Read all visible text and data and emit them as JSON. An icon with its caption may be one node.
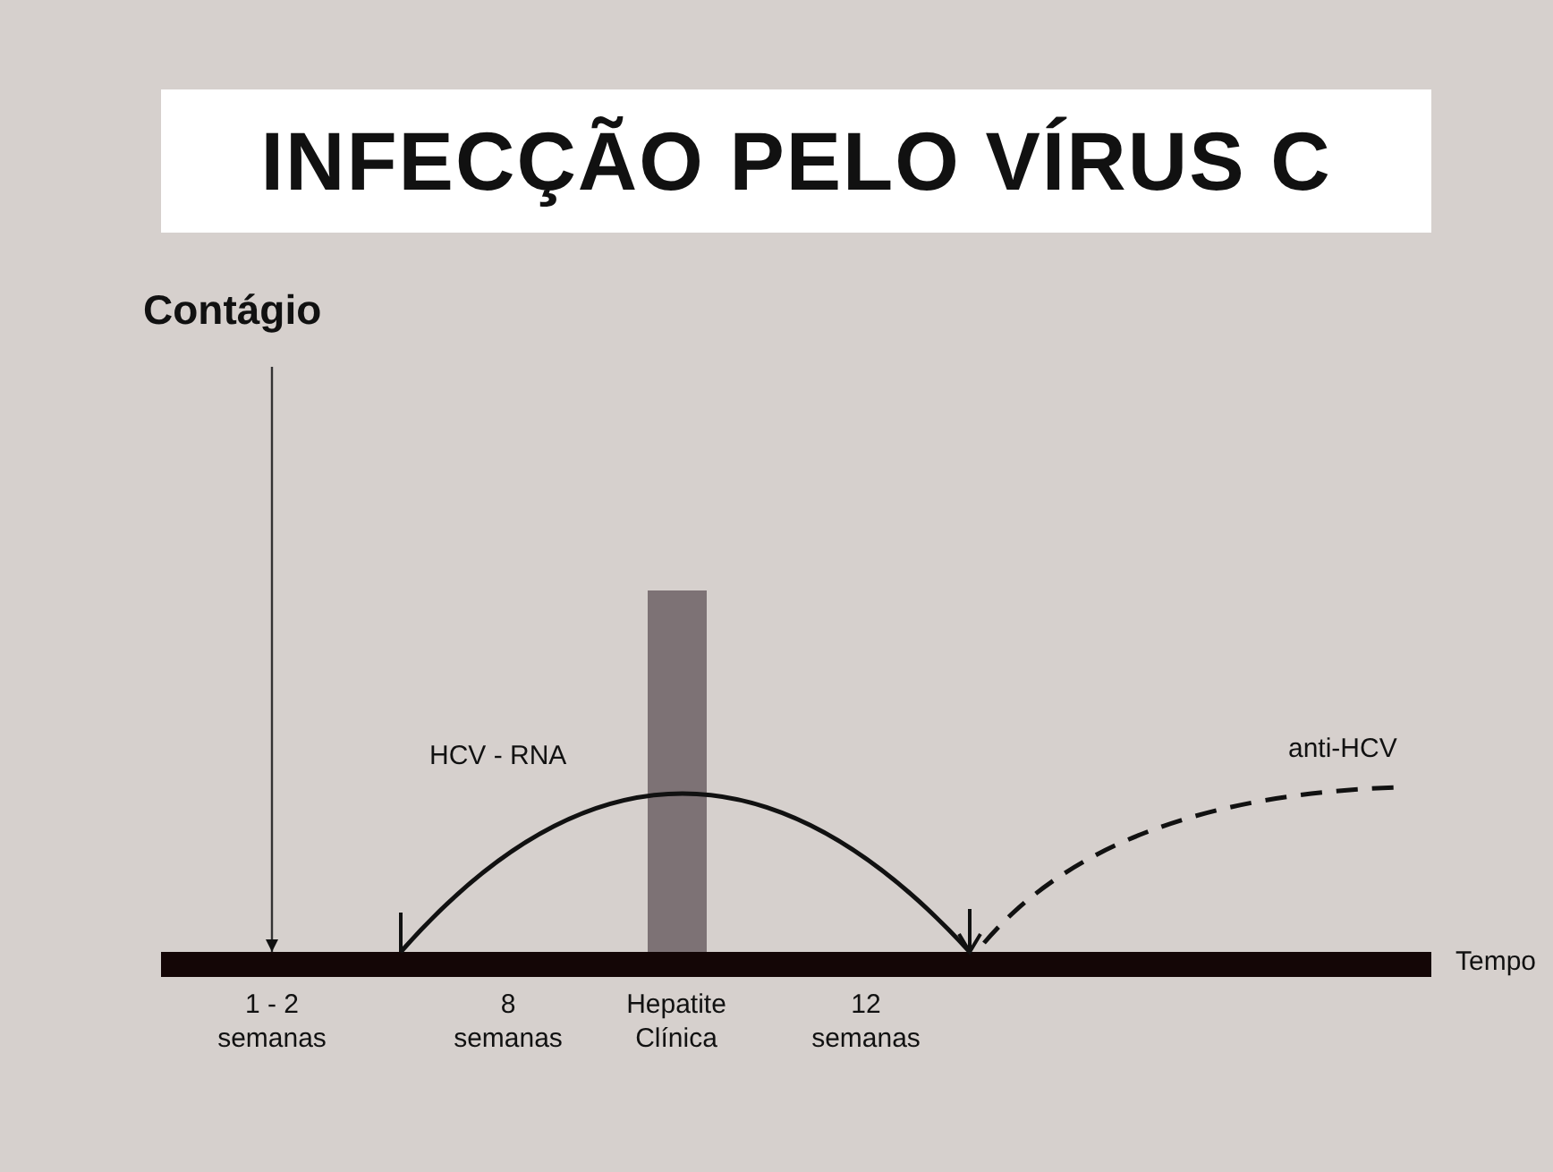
{
  "diagram": {
    "title": "INFECÇÃO PELO VÍRUS C",
    "nodes": [
      {
        "text": [
          "Contágio"
        ]
      },
      {
        "text": [],
        "shape": "bar",
        "beside": [
          "Tempo"
        ]
      },
      {
        "text": [],
        "shape": "bar"
      }
    ],
    "edges": [
      {
        "from": 0,
        "to": 1,
        "arrow": "to"
      }
    ],
    "labels": [
      "HCV - RNA",
      "anti-HCV",
      "1 - 2 semanas",
      "8 semanas",
      "Hepatite Clínica",
      "12 semanas"
    ]
  }
}
